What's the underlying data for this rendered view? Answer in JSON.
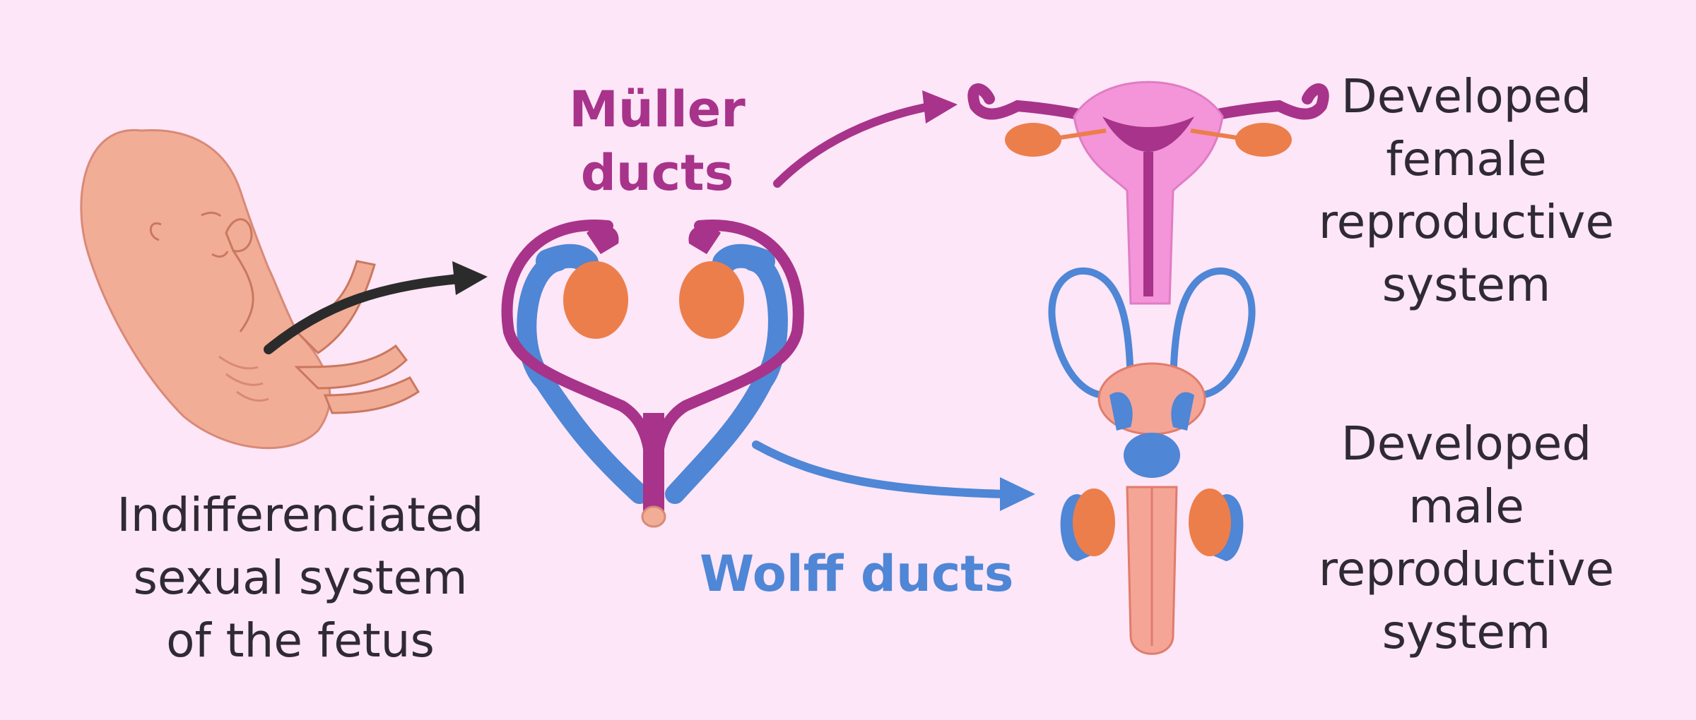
{
  "labels": {
    "fetus": [
      "Indifferenciated",
      "sexual system",
      "of the fetus"
    ],
    "muller": [
      "Müller",
      "ducts"
    ],
    "wolff": "Wolff ducts",
    "female": [
      "Developed",
      "female",
      "reproductive",
      "system"
    ],
    "male": [
      "Developed",
      "male",
      "reproductive",
      "system"
    ]
  },
  "colors": {
    "background": "#fde6f7",
    "muller": "#a8338a",
    "wolff": "#4f86d6",
    "text": "#2f2a33",
    "gonad": "#ec7e4b",
    "skin": "#f2ad96",
    "arrow_dark": "#2b2b2b"
  }
}
